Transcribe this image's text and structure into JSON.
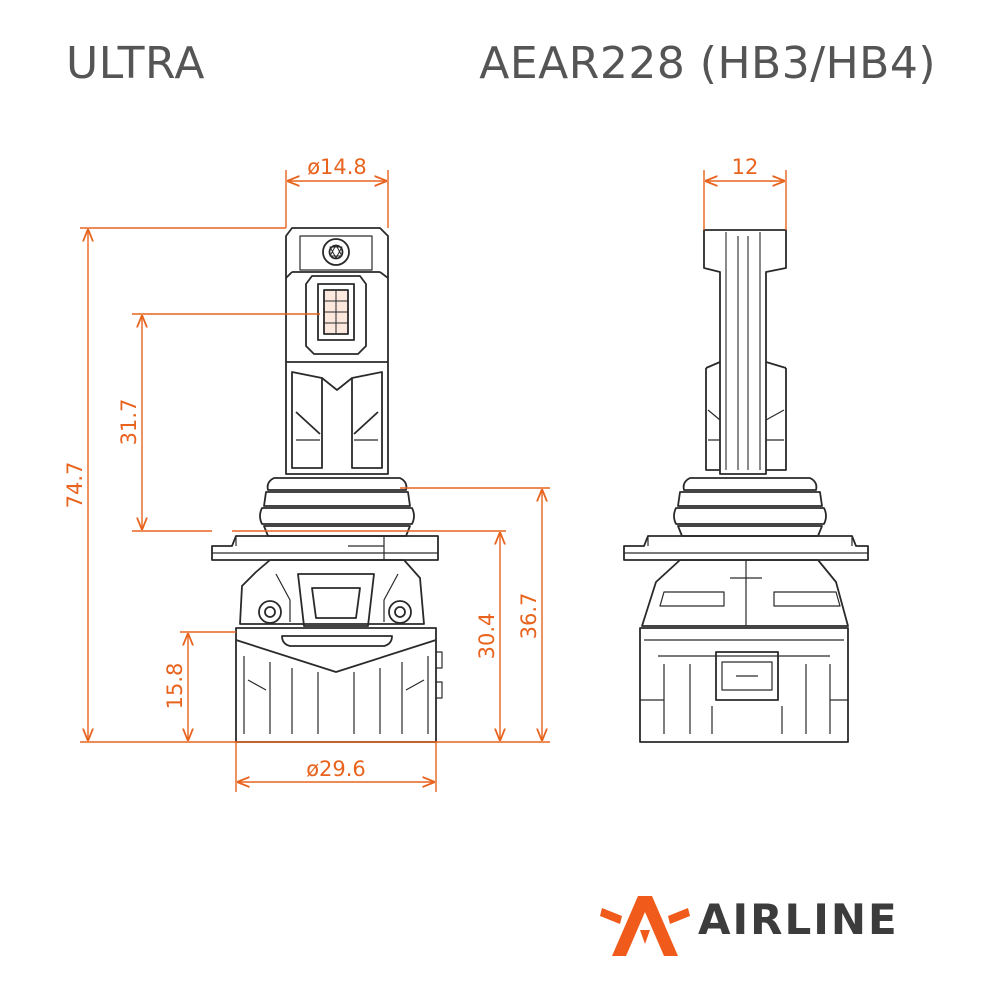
{
  "header": {
    "series": "ULTRA",
    "model": "AEAR228 (HB3/HB4)"
  },
  "dimensions": {
    "head_diameter": "ø14.8",
    "head_width_side": "12",
    "total_length": "74.7",
    "led_to_flange": "31.7",
    "flange_to_base": "30.4",
    "collar_to_base": "36.7",
    "driver_height": "15.8",
    "base_diameter": "ø29.6"
  },
  "brand": {
    "name": "AIRLINE"
  },
  "colors": {
    "dimension": "#E8641E",
    "outline": "#2a2a2a",
    "title": "#555555",
    "brand_mark": "#F05A1A"
  }
}
